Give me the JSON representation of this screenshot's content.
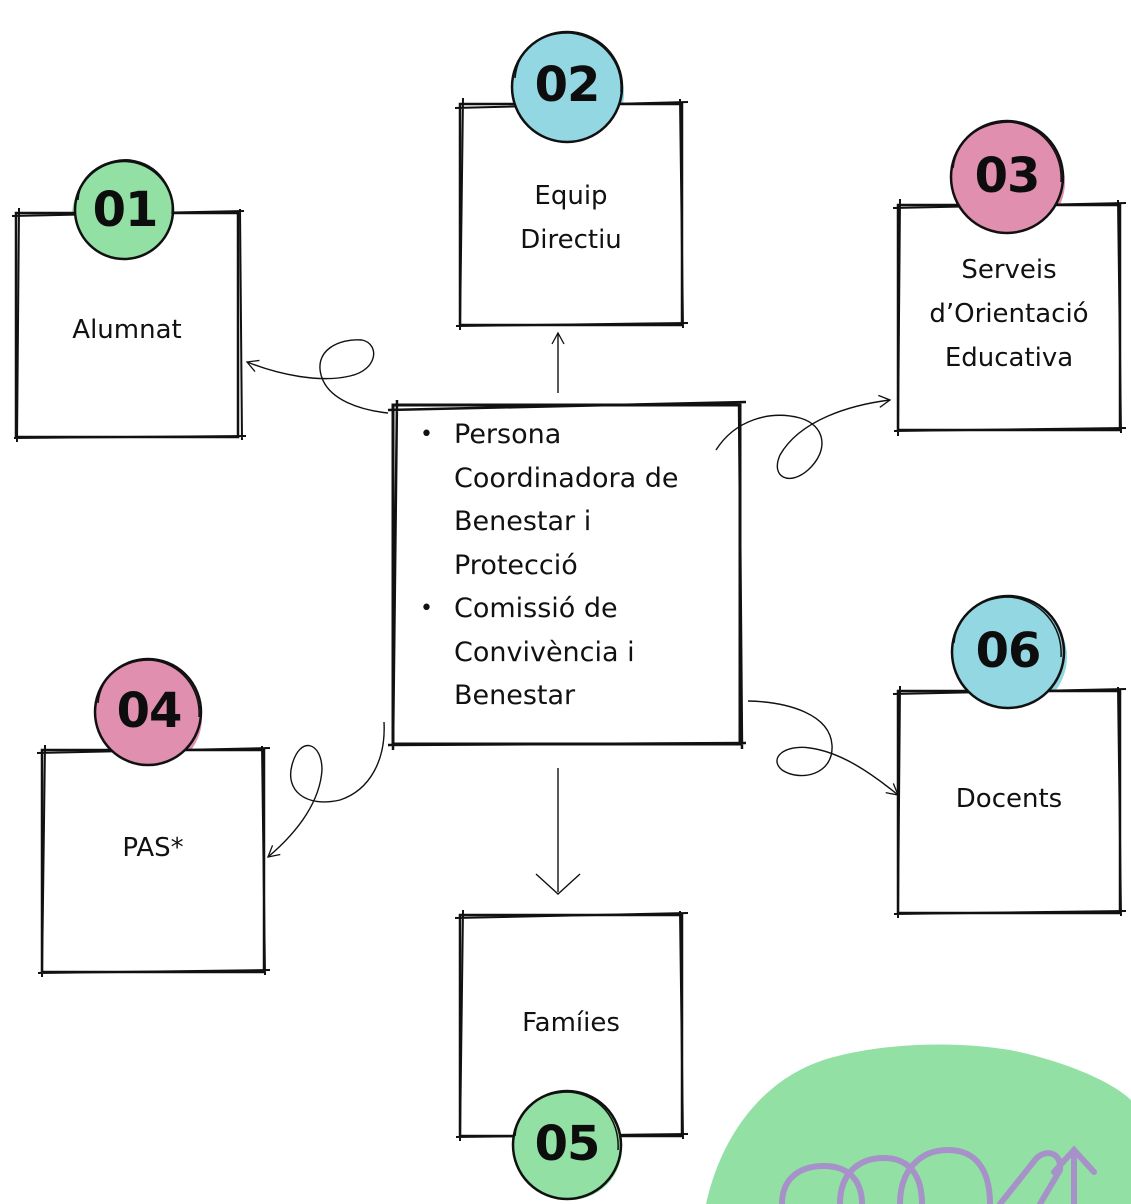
{
  "nodes": {
    "n01": {
      "number": "01",
      "label": "Alumnat",
      "color": "#93e0a4"
    },
    "n02": {
      "number": "02",
      "label_lines": [
        "Equip",
        "Directiu"
      ],
      "color": "#93d7e3"
    },
    "n03": {
      "number": "03",
      "label_lines": [
        "Serveis",
        "d’Orientació",
        "Educativa"
      ],
      "color": "#e08fae"
    },
    "n04": {
      "number": "04",
      "label": "PAS*",
      "color": "#e08fae"
    },
    "n05": {
      "number": "05",
      "label": "Famíies",
      "color": "#93e0a4"
    },
    "n06": {
      "number": "06",
      "label": "Docents",
      "color": "#93d7e3"
    }
  },
  "center": {
    "items": [
      "Persona Coordinadora de Benestar i Protecció",
      "Comissió de Convivència i Benestar"
    ]
  },
  "decoration": {
    "blob_color": "#93e0a4",
    "icon_color": "#a692c9"
  }
}
